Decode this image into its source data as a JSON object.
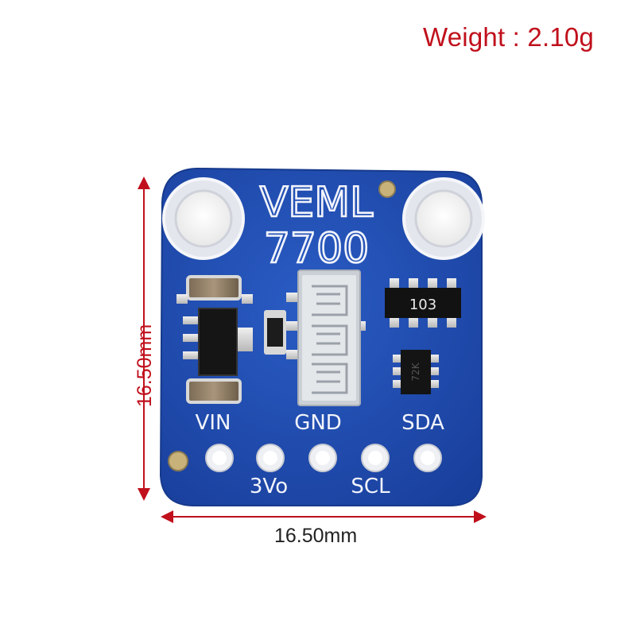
{
  "weight_label": "Weight : 2.10g",
  "dimensions": {
    "width": "16.50mm",
    "height": "16.50mm"
  },
  "board": {
    "title_line1": "VEML",
    "title_line2": "7700",
    "resistor_code": "103",
    "chip_marking": "72K",
    "pins_top": [
      "VIN",
      "GND",
      "SDA"
    ],
    "pins_bottom": [
      "3Vo",
      "SCL"
    ]
  },
  "colors": {
    "pcb": "#1f4fb4",
    "silkscreen": "#f2f4fb",
    "dimension": "#c0101c"
  }
}
